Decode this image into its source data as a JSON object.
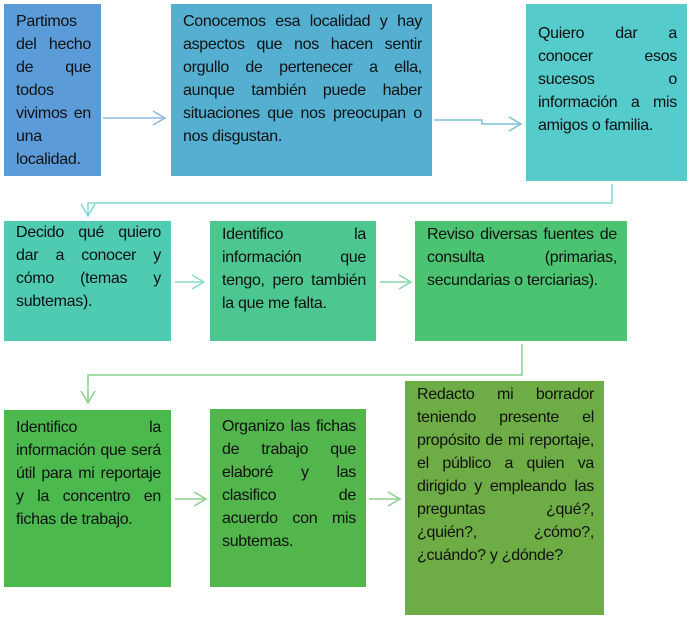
{
  "diagram": {
    "steps": [
      {
        "text": "Partimos del hecho de que todos vivimos en una localidad.",
        "color": "#5B9BD7"
      },
      {
        "text": "Conocemos esa localidad y hay aspectos que nos hacen sentir orgullo de pertenecer a ella, aunque también puede haber situaciones que nos preocupan o nos disgustan.",
        "color": "#55AFD0"
      },
      {
        "text": "Quiero dar a conocer esos sucesos o información a mis amigos o familia.",
        "color": "#55CBCB"
      },
      {
        "text": "Decido qué quiero dar a conocer y cómo (temas y subtemas).",
        "color": "#4FCBB2"
      },
      {
        "text": "Identifico la información que tengo, pero también la que me falta.",
        "color": "#4CC78F"
      },
      {
        "text": "Reviso diversas fuentes de consulta (primarias, secundarias o terciarias).",
        "color": "#4CC371"
      },
      {
        "text": "Identifico la información que será útil para mi reportaje y la concentro en fichas de trabajo.",
        "color": "#4CB94F"
      },
      {
        "text": "Organizo las fichas de trabajo que elaboré y las clasifico de acuerdo con mis subtemas.",
        "color": "#52B64C"
      },
      {
        "text": "Redacto mi borrador teniendo presente el propósito de mi reportaje, el público a quien va dirigido y empleando las preguntas ¿qué?, ¿quién?, ¿cómo?, ¿cuándo? y ¿dónde?",
        "color": "#6EAD46"
      }
    ]
  }
}
